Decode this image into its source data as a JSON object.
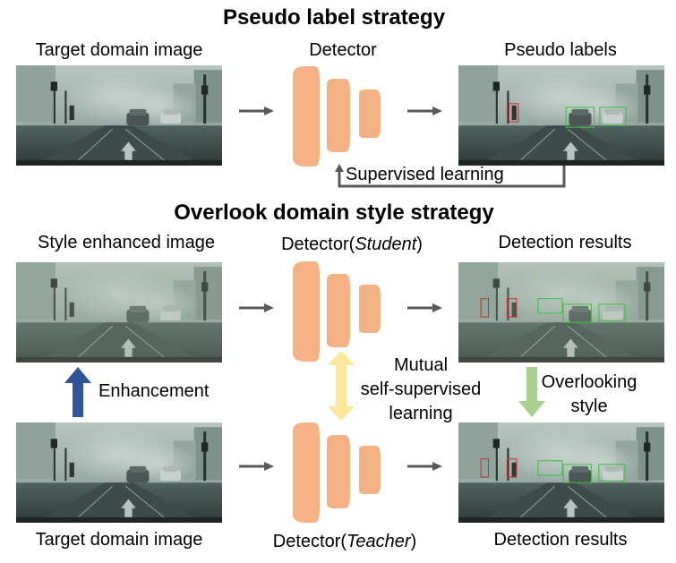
{
  "section_top": {
    "title": "Pseudo label strategy",
    "input_label": "Target domain image",
    "detector_label": "Detector",
    "output_label": "Pseudo labels",
    "feedback_label": "Supervised learning"
  },
  "section_bottom": {
    "title": "Overlook domain style strategy",
    "enhanced_label": "Style enhanced  image",
    "student_label_prefix": "Detector(",
    "student_label_role": "Student",
    "student_label_suffix": ")",
    "student_output_label": "Detection results",
    "enhancement_label": "Enhancement",
    "mutual_label_line1": "Mutual",
    "mutual_label_line2": "self-supervised",
    "mutual_label_line3": "learning",
    "overlook_label_line1": "Overlooking",
    "overlook_label_line2": "style",
    "target_label": "Target domain image",
    "teacher_label_prefix": "Detector(",
    "teacher_label_role": "Teacher",
    "teacher_label_suffix": ")",
    "teacher_output_label": "Detection results"
  },
  "colors": {
    "detector": "#f4b183",
    "arrow_gray": "#595959",
    "enhance_arrow": "#2e5597",
    "mutual_arrow": "#ffe699",
    "overlook_arrow": "#a9d18e",
    "box_green": "#3fbf3f",
    "box_red": "#c83232"
  }
}
